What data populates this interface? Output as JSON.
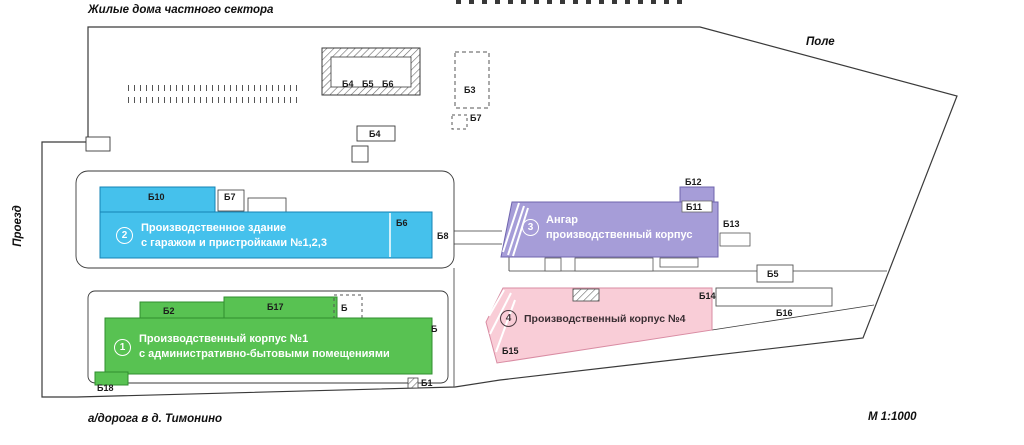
{
  "surroundings": {
    "top_label": "Жилые дома частного сектора",
    "field_label": "Поле",
    "passage_label": "Проезд",
    "road_label": "а/дорога в д. Тимонино",
    "scale_label": "М 1:1000"
  },
  "buildings": {
    "b1": {
      "num": "1",
      "line1": "Производственный корпус №1",
      "line2": "с административно-бытовыми помещениями",
      "color": "#58c252"
    },
    "b2": {
      "num": "2",
      "line1": "Производственное здание",
      "line2": "с гаражом и пристройками №1,2,3",
      "color": "#45c1ec"
    },
    "b3": {
      "num": "3",
      "line1": "Ангар",
      "line2": "производственный корпус",
      "color": "#a69dd8"
    },
    "b4": {
      "num": "4",
      "line1": "Производственный корпус №4",
      "color": "#f9cdd7"
    }
  },
  "markers": {
    "hatch1": "Б4",
    "hatch2": "Б5",
    "hatch3": "Б6",
    "b3d": "Б3",
    "b7top": "Б7",
    "b4s": "Б4",
    "b10": "Б10",
    "b7": "Б7",
    "b6": "Б6",
    "b8": "Б8",
    "b12": "Б12",
    "b11": "Б11",
    "b13": "Б13",
    "b5": "Б5",
    "b14": "Б14",
    "b16": "Б16",
    "b15": "Б15",
    "b2m": "Б2",
    "b17": "Б17",
    "bd": "Б",
    "br": "Б",
    "b18": "Б18",
    "b1m": "Б1"
  }
}
